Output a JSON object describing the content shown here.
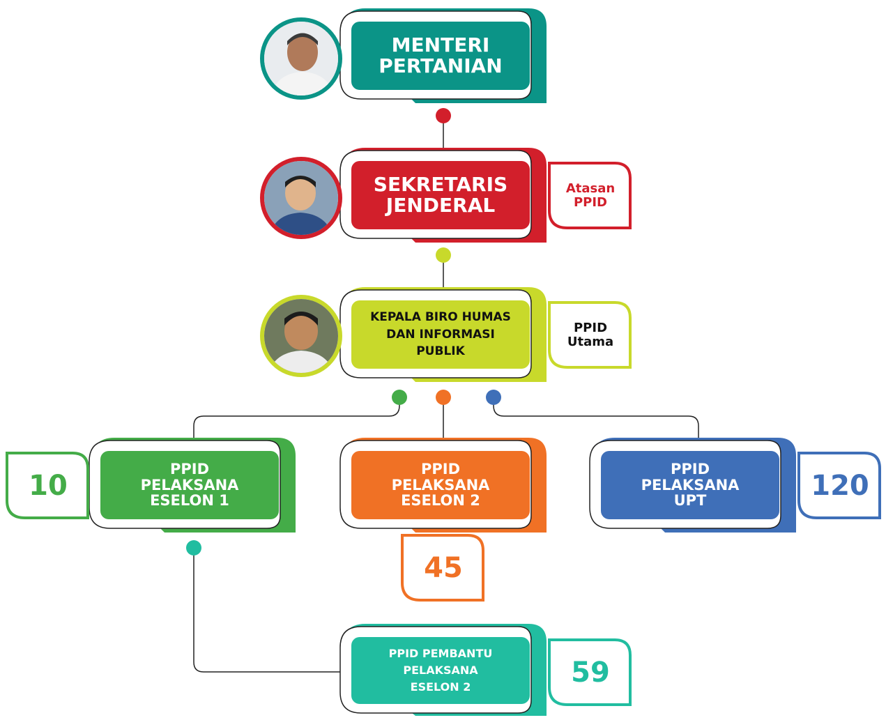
{
  "nodes": {
    "menteri": {
      "label": "MENTERI\nPERTANIAN",
      "color": "#0b9487"
    },
    "sekjen": {
      "label": "SEKRETARIS\nJENDERAL",
      "color": "#d21f2b",
      "tag": "Atasan\nPPID"
    },
    "kepala": {
      "label": "KEPALA BIRO HUMAS\nDAN INFORMASI\nPUBLIK",
      "color": "#c8d92b",
      "tag": "PPID\nUtama"
    },
    "eselon1": {
      "label": "PPID\nPELAKSANA\nESELON 1",
      "color": "#44ac48",
      "count": "10"
    },
    "eselon2": {
      "label": "PPID\nPELAKSANA\nESELON 2",
      "color": "#f07125",
      "count": "45"
    },
    "upt": {
      "label": "PPID\nPELAKSANA\nUPT",
      "color": "#3f6fb8",
      "count": "120"
    },
    "pembantu": {
      "label": "PPID PEMBANTU\nPELAKSANA\nESELON 2",
      "color": "#21bda0",
      "count": "59"
    }
  }
}
